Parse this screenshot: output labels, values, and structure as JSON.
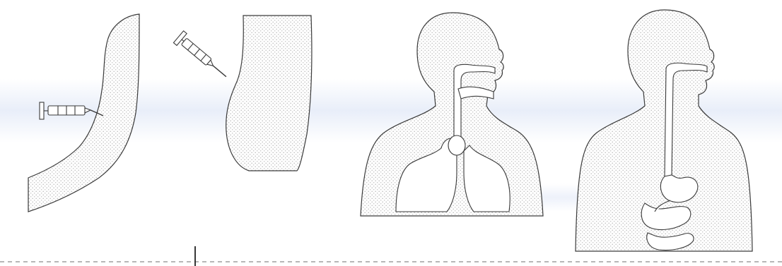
{
  "figure": {
    "panels": [
      {
        "id": "arm-injection",
        "icon": "syringe-arm-icon"
      },
      {
        "id": "buttock-injection",
        "icon": "syringe-buttock-icon"
      },
      {
        "id": "respiratory-tract",
        "icon": "lungs-icon"
      },
      {
        "id": "digestive-tract",
        "icon": "stomach-icon"
      }
    ],
    "colors": {
      "outline": "#3a3a3a",
      "skin_dots": "#b9b9b9",
      "background": "#ffffff",
      "bleed_through": "#d6e0f4"
    }
  }
}
